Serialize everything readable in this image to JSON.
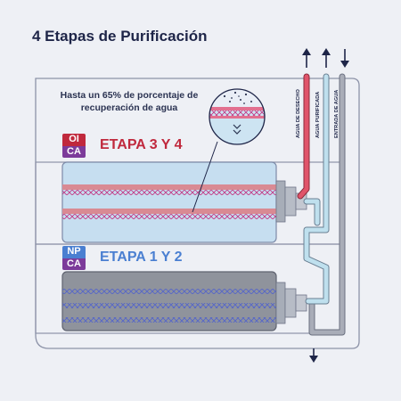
{
  "title": "4 Etapas de Purificación",
  "note": "Hasta un 65% de porcentaje de recuperación de agua",
  "stage_top": {
    "label": "ETAPA 3 Y 4",
    "badge_top": "OI",
    "badge_bottom": "CA",
    "color": "#c0293d"
  },
  "stage_bottom": {
    "label": "ETAPA 1 Y 2",
    "badge_top": "NP",
    "badge_bottom": "CA",
    "color": "#4a7fd1"
  },
  "pipes": {
    "waste": "AGUA DE DESECHO",
    "purified": "AGUA PURIFICADA",
    "inlet": "ENTRADA DE AGUA"
  },
  "colors": {
    "outline": "#8d93a8",
    "filter_blue": "#c6def0",
    "filter_gray": "#8f939c",
    "waste_pipe": "#e0546a",
    "purified_pipe": "#bfe0ee",
    "inlet_pipe": "#a9adb8",
    "badge_purple": "#7c3b9a",
    "badge_red": "#c0293d",
    "badge_blue": "#4a7fd1"
  }
}
